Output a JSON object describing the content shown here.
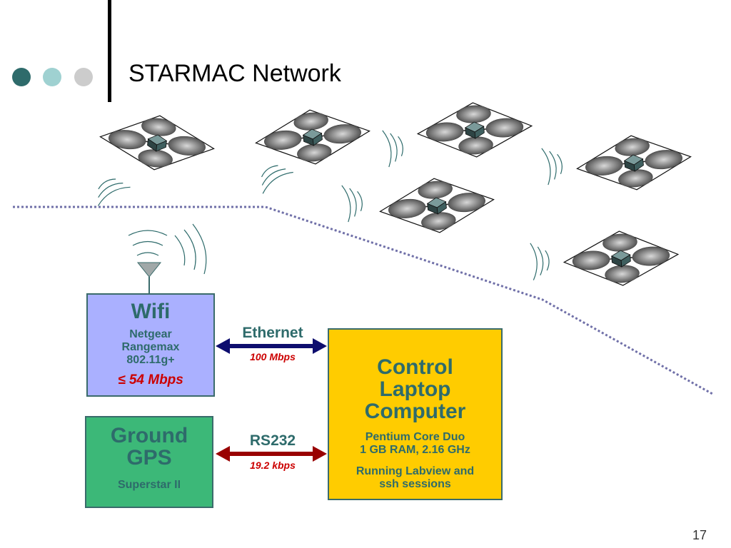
{
  "slide": {
    "title": "STARMAC Network",
    "page_number": "17",
    "decor_dot_colors": [
      "#2e6b6b",
      "#9fd1d1",
      "#cccccc"
    ]
  },
  "wifi": {
    "heading": "Wifi",
    "device_lines": [
      "Netgear",
      "Rangemax",
      "802.11g+"
    ],
    "rate": "≤ 54 Mbps"
  },
  "gps": {
    "heading_lines": [
      "Ground",
      "GPS"
    ],
    "model": "Superstar II"
  },
  "laptop": {
    "heading_lines": [
      "Control",
      "Laptop",
      "Computer"
    ],
    "spec_lines": [
      "Pentium Core Duo",
      "1 GB RAM, 2.16 GHz"
    ],
    "software_lines": [
      "Running Labview and",
      "ssh sessions"
    ]
  },
  "links": {
    "ethernet": {
      "name": "Ethernet",
      "rate": "100 Mbps",
      "color": "#0d0d6e"
    },
    "rs232": {
      "name": "RS232",
      "rate": "19.2 kbps",
      "color": "#990000"
    }
  },
  "colors": {
    "wifi_box": "#aab0ff",
    "gps_box": "#3cb878",
    "laptop_box": "#ffcc00",
    "accent_text": "#2e6b6b",
    "rate_text": "#cc0000",
    "boundary_line": "#7070a8"
  },
  "icons": [
    "quadrotor-icon",
    "antenna-icon",
    "radio-wave-icon"
  ]
}
